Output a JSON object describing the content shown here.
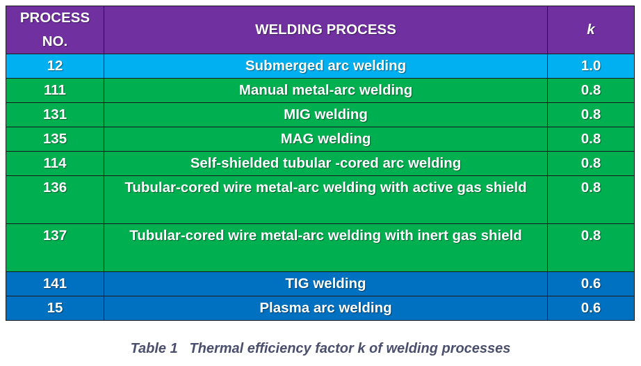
{
  "table": {
    "headers": {
      "process_no": "PROCESS NO.",
      "welding_process": "WELDING PROCESS",
      "k": "k"
    },
    "header_color": "#7030a0",
    "row_colors": {
      "cyan": "#00b0f0",
      "green": "#00b050",
      "blue": "#0070c0"
    },
    "rows": [
      {
        "no": "12",
        "process": "Submerged arc welding",
        "k": "1.0"
      },
      {
        "no": "111",
        "process": "Manual metal-arc welding",
        "k": "0.8"
      },
      {
        "no": "131",
        "process": "MIG welding",
        "k": "0.8"
      },
      {
        "no": "135",
        "process": "MAG welding",
        "k": "0.8"
      },
      {
        "no": "114",
        "process": "Self-shielded tubular -cored arc welding",
        "k": "0.8"
      },
      {
        "no": "136",
        "process": "Tubular-cored wire metal-arc welding with active gas shield",
        "k": "0.8"
      },
      {
        "no": "137",
        "process": "Tubular-cored wire metal-arc welding with inert gas shield",
        "k": "0.8"
      },
      {
        "no": "141",
        "process": "TIG welding",
        "k": "0.6"
      },
      {
        "no": "15",
        "process": "Plasma arc welding",
        "k": "0.6"
      }
    ]
  },
  "caption": "Table 1   Thermal efficiency factor k of welding processes"
}
